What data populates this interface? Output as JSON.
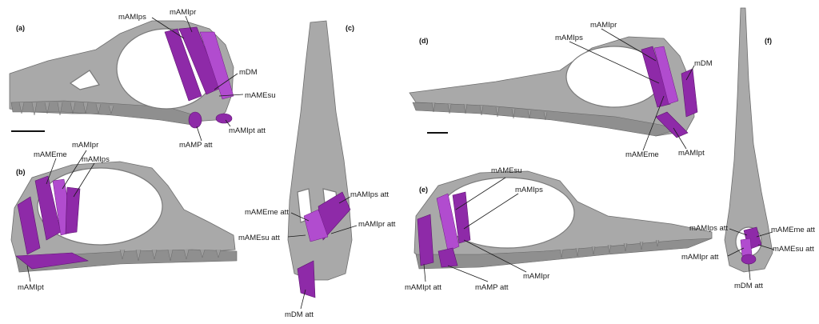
{
  "panels": {
    "a": {
      "label": "(a)",
      "annotations": {
        "ps": "mAMIps",
        "pr": "mAMIpr",
        "dm": "mDM",
        "esu": "mAMEsu",
        "pt_att": "mAMIpt att",
        "amp_att": "mAMP att"
      }
    },
    "b": {
      "label": "(b)",
      "annotations": {
        "me": "mAMEme",
        "pr": "mAMIpr",
        "ps": "mAMIps",
        "pt": "mAMIpt"
      }
    },
    "c": {
      "label": "(c)",
      "annotations": {
        "ps_att": "mAMIps att",
        "me_att": "mAMEme att",
        "pr_att": "mAMIpr att",
        "su_att": "mAMEsu att",
        "dm_att": "mDM att"
      }
    },
    "d": {
      "label": "(d)",
      "annotations": {
        "pr": "mAMIpr",
        "ps": "mAMIps",
        "dm": "mDM",
        "me": "mAMEme",
        "pt": "mAMIpt"
      }
    },
    "e": {
      "label": "(e)",
      "annotations": {
        "su": "mAMEsu",
        "ps": "mAMIps",
        "pt_att": "mAMIpt att",
        "amp_att": "mAMP att",
        "pr": "mAMIpr"
      }
    },
    "f": {
      "label": "(f)",
      "annotations": {
        "ps_att": "mAMIps att",
        "me_att": "mAMEme att",
        "su_att": "mAMEsu att",
        "pr_att": "mAMIpr att",
        "dm_att": "mDM att"
      }
    }
  },
  "colors": {
    "bone": "#a9a9a9",
    "muscle": "#8e2aa8",
    "background": "#ffffff"
  }
}
